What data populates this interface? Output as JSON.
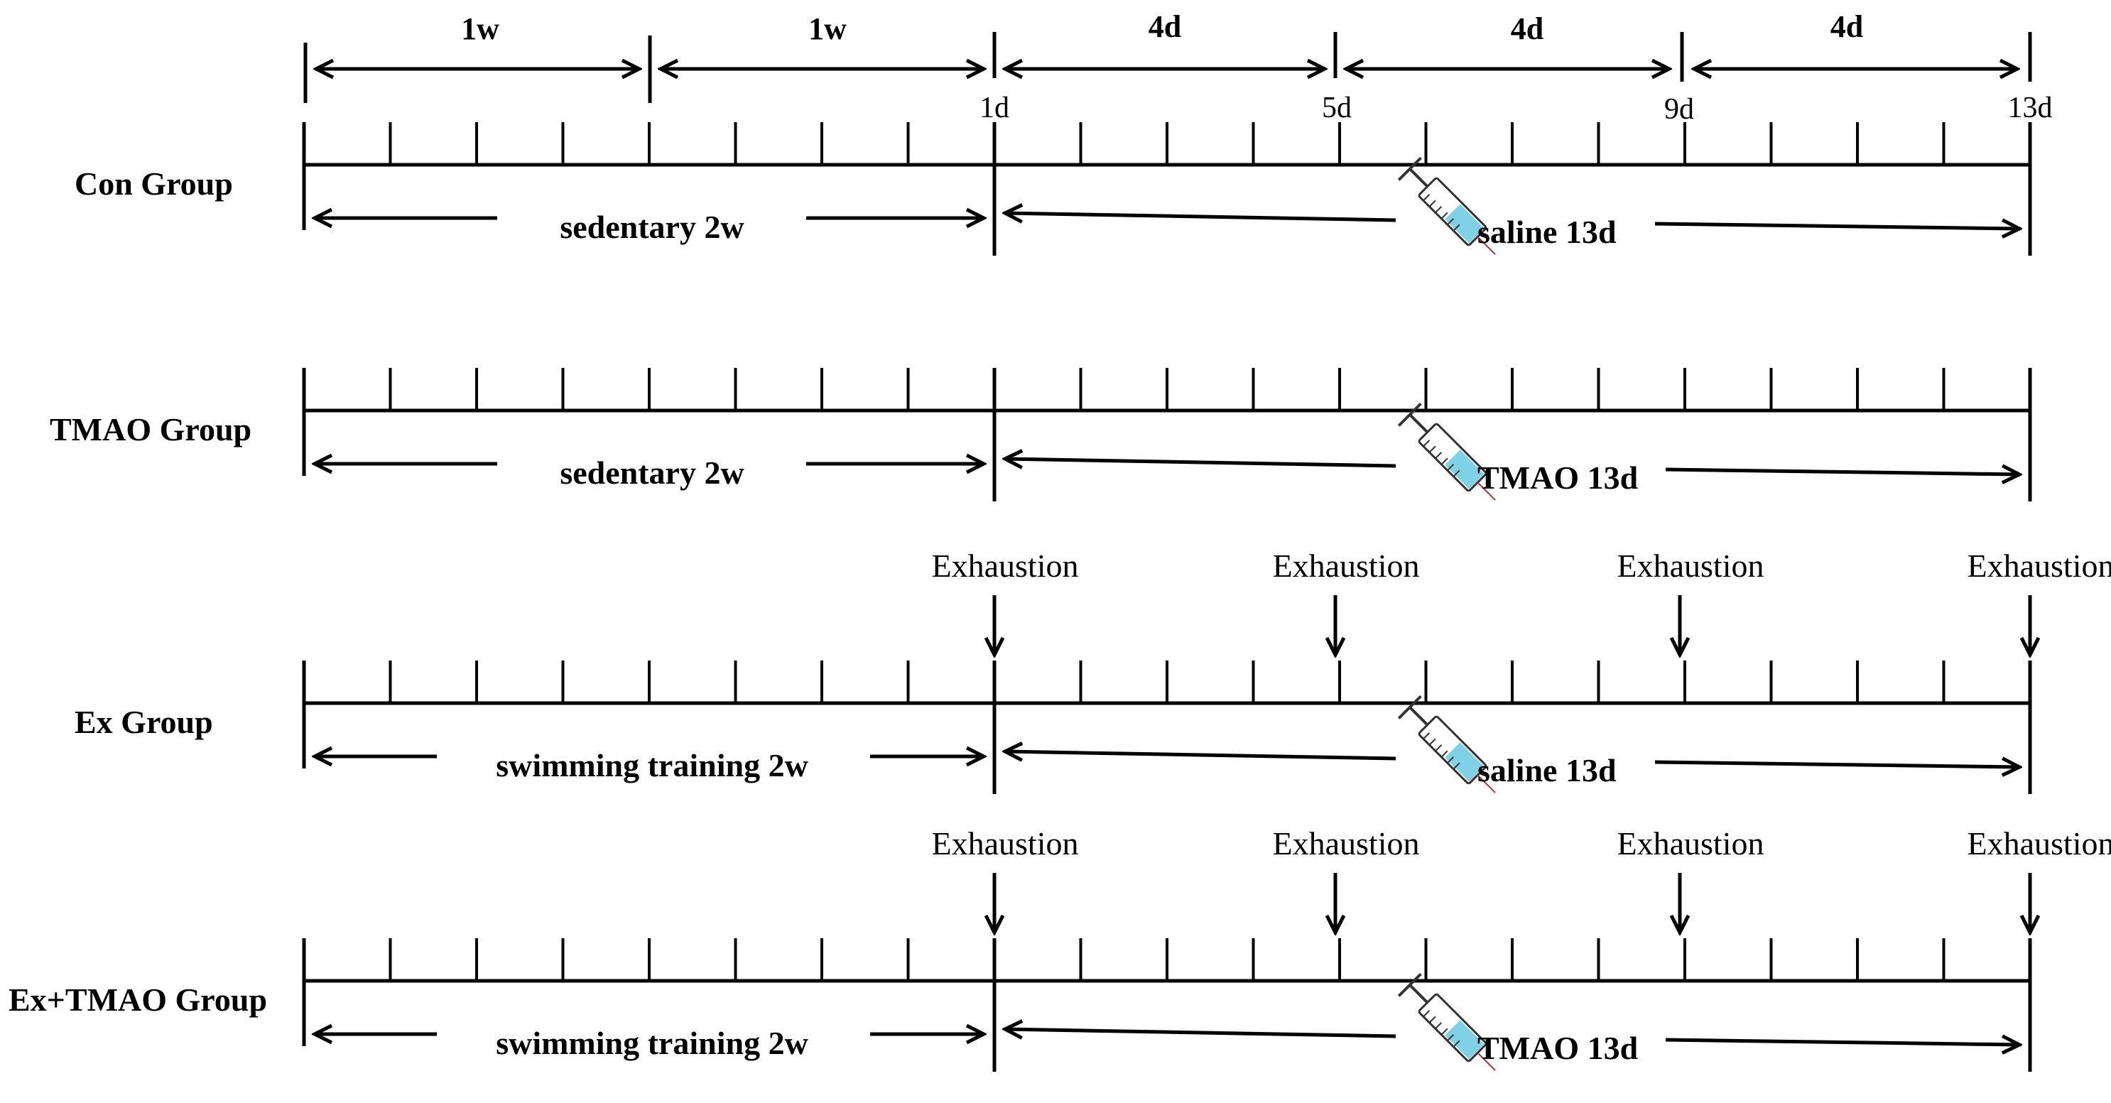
{
  "header": {
    "periods": [
      "1w",
      "1w",
      "4d",
      "4d",
      "4d"
    ],
    "day_markers": [
      "1d",
      "5d",
      "9d",
      "13d"
    ]
  },
  "event_label": "Exhaustion",
  "groups": [
    {
      "name": "Con Group",
      "phase1": "sedentary 2w",
      "phase2": "saline 13d",
      "exhaustion": false,
      "syringe_fill": "#7fd1e6"
    },
    {
      "name": "TMAO Group",
      "phase1": "sedentary 2w",
      "phase2": "TMAO 13d",
      "exhaustion": false,
      "syringe_fill": "#7fd1e6"
    },
    {
      "name": "Ex Group",
      "phase1": "swimming training 2w",
      "phase2": "saline 13d",
      "exhaustion": true,
      "syringe_fill": "#7fd1e6"
    },
    {
      "name": "Ex+TMAO Group",
      "phase1": "swimming training 2w",
      "phase2": "TMAO 13d",
      "exhaustion": true,
      "syringe_fill": "#7fd1e6"
    }
  ]
}
